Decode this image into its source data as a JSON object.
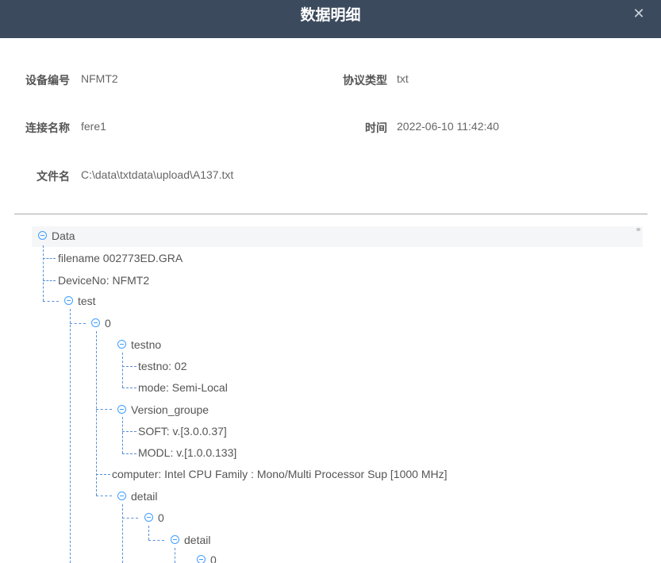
{
  "dialog": {
    "title": "数据明细",
    "close_icon": "close-icon"
  },
  "fields": {
    "device_no": {
      "label": "设备编号",
      "value": "NFMT2"
    },
    "protocol": {
      "label": "协议类型",
      "value": "txt"
    },
    "conn_name": {
      "label": "连接名称",
      "value": "fere1"
    },
    "time": {
      "label": "时间",
      "value": "2022-06-10 11:42:40"
    },
    "file_name": {
      "label": "文件名",
      "value": "C:\\data\\txtdata\\upload\\A137.txt"
    }
  },
  "tree": {
    "root": "Data",
    "filename": "filename  002773ED.GRA",
    "deviceno": "DeviceNo: NFMT2",
    "test": "test",
    "idx0": "0",
    "testno": "testno",
    "testno_val": "testno: 02",
    "mode": "mode: Semi-Local",
    "version_groupe": "Version_groupe",
    "soft": "SOFT: v.[3.0.0.37]",
    "modl": "MODL: v.[1.0.0.133]",
    "computer": "computer: Intel CPU Family : Mono/Multi Processor Sup [1000 MHz]",
    "detail": "detail",
    "detail_idx0": "0",
    "detail_inner": "detail",
    "detail_inner_idx0": "0"
  },
  "colors": {
    "header_bg": "#3b4a5d",
    "accent": "#409eff"
  }
}
